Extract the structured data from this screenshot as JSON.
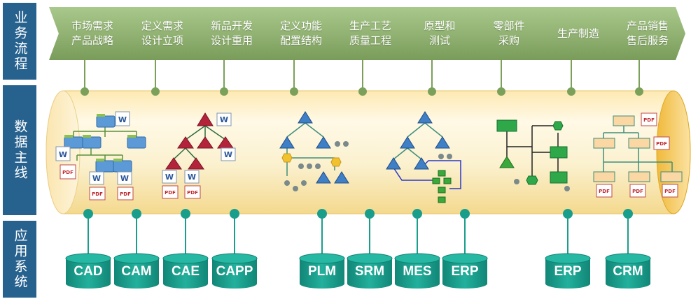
{
  "side_labels": {
    "process": "业务流程",
    "data": "数据主线",
    "apps": "应用系统"
  },
  "process_steps": [
    {
      "line1": "市场需求",
      "line2": "产品战略"
    },
    {
      "line1": "定义需求",
      "line2": "设计立项"
    },
    {
      "line1": "新品开发",
      "line2": "设计重用"
    },
    {
      "line1": "定义功能",
      "line2": "配置结构"
    },
    {
      "line1": "生产工艺",
      "line2": "质量工程"
    },
    {
      "line1": "原型和",
      "line2": "测试"
    },
    {
      "line1": "零部件",
      "line2": "采购"
    },
    {
      "line1": "生产制造",
      "line2": ""
    },
    {
      "line1": "产品销售",
      "line2": "售后服务"
    }
  ],
  "systems": [
    "CAD",
    "CAM",
    "CAE",
    "CAPP",
    "PLM",
    "SRM",
    "MES",
    "ERP",
    "ERP",
    "CRM"
  ],
  "doc_badges": {
    "word": "W",
    "pdf": "PDF"
  },
  "colors": {
    "side_label_bg": "#27628f",
    "arrow_green": "#8db26f",
    "connector_green": "#7ba05a",
    "system_teal": "#1a9e8c",
    "pipe_cream": "#fbf1cf",
    "pipe_orange": "#f0b93a"
  }
}
